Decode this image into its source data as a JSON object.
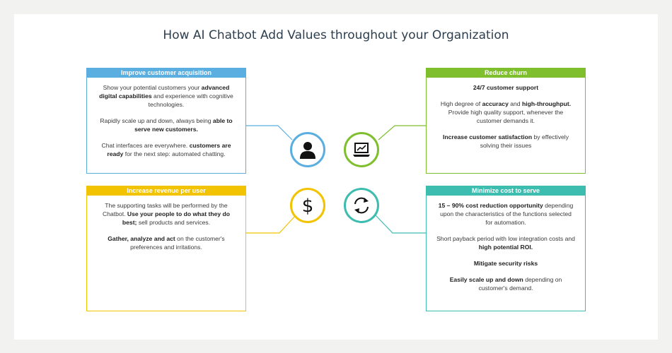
{
  "title": "How AI Chatbot Add Values throughout your Organization",
  "boxes": {
    "acquisition": {
      "heading": "Improve customer acquisition",
      "p1": [
        "Show your potential customers your ",
        "advanced digital capabilities",
        " and experience with cognitive technologies."
      ],
      "p2": [
        "Rapidly scale up and down, always being ",
        "able to serve new customers."
      ],
      "p3": [
        "Chat interfaces are everywhere. ",
        "customers are ready",
        " for the next step: automated chatting."
      ]
    },
    "churn": {
      "heading": "Reduce churn",
      "p1": "24/7 customer support",
      "p2": [
        "High degree of ",
        "accuracy",
        " and ",
        "high-throughput.",
        " Provide high quality support, whenever the customer demands it."
      ],
      "p3": [
        "Increase customer satisfaction",
        " by effectively solving their issues"
      ]
    },
    "revenue": {
      "heading": "Increase revenue per user",
      "p1": [
        "The supporting tasks will be performed by the Chatbot. ",
        "Use your people to do what they do best;",
        " sell products and services."
      ],
      "p2": [
        "Gather, analyze and act",
        " on the customer's preferences and irritations."
      ]
    },
    "cost": {
      "heading": "Minimize cost to serve",
      "p1": [
        "15 – 90% cost reduction opportunity",
        " depending upon the characteristics of the functions selected for automation."
      ],
      "p2": [
        "Short payback period with low integration costs and ",
        "high potential ROI."
      ],
      "p3": "Mitigate security risks",
      "p4": [
        "Easily scale up and down",
        " depending on customer's demand."
      ]
    }
  },
  "colors": {
    "blue": "#5baee0",
    "green": "#7fbf2e",
    "yellow": "#f2c300",
    "teal": "#3dbcb0",
    "title": "#2d3e4f"
  },
  "icons": {
    "acquisition": "person-icon",
    "churn": "laptop-chart-icon",
    "revenue": "dollar-icon",
    "cost": "refresh-icon"
  }
}
